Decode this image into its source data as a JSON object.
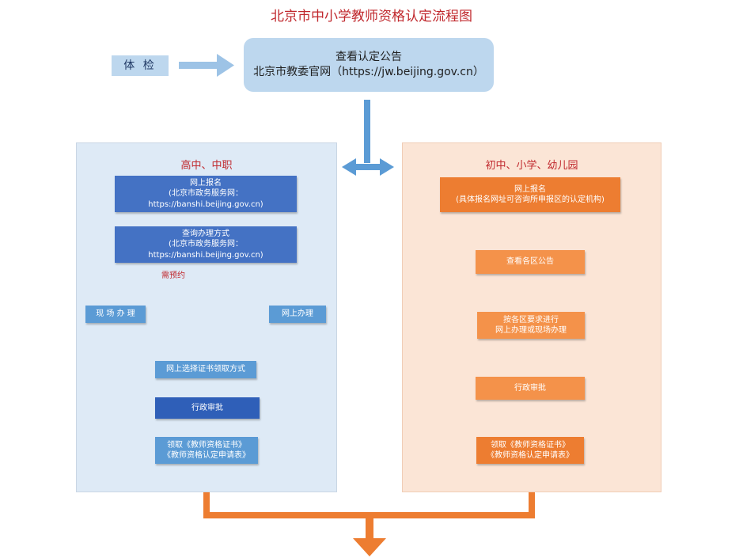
{
  "title": "北京市中小学教师资格认定流程图",
  "top": {
    "tijian": "体 检",
    "notice_line1": "查看认定公告",
    "notice_line2": "北京市教委官网（https://jw.beijing.gov.cn）"
  },
  "left": {
    "title": "高中、中职",
    "step1_line1": "网上报名",
    "step1_line2": "(北京市政务服务网：https://banshi.beijing.gov.cn)",
    "step2_line1": "查询办理方式",
    "step2_line2": "(北京市政务服务网：https://banshi.beijing.gov.cn)",
    "note": "需预约",
    "onsite": "现 场 办 理",
    "online": "网上办理",
    "select_method": "网上选择证书领取方式",
    "approval": "行政审批",
    "receive_line1": "领取《教师资格证书》",
    "receive_line2": "《教师资格认定申请表》"
  },
  "right": {
    "title": "初中、小学、幼儿园",
    "step1_line1": "网上报名",
    "step1_line2": "(具体报名网址可咨询所申报区的认定机构)",
    "step2": "查看各区公告",
    "step3_line1": "按各区要求进行",
    "step3_line2": "网上办理或现场办理",
    "approval": "行政审批",
    "receive_line1": "领取《教师资格证书》",
    "receive_line2": "《教师资格认定申请表》"
  },
  "colors": {
    "title_red": "#c0282d",
    "light_blue": "#bdd7ee",
    "panel_blue": "#deeaf6",
    "panel_peach": "#fbe5d6",
    "box_blue": "#4472c4",
    "arrow_blue": "#5b9bd5",
    "orange": "#ed7d31"
  }
}
